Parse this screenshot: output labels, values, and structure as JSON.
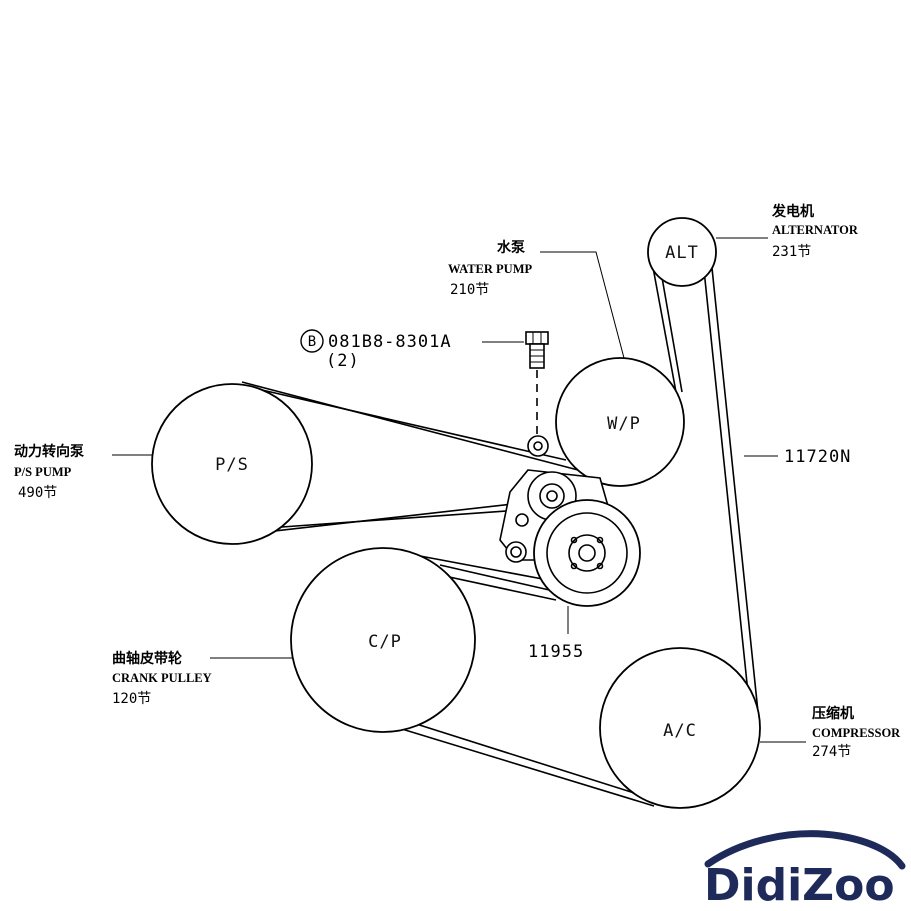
{
  "pulleys": {
    "alt": "ALT",
    "wp": "W/P",
    "ps": "P/S",
    "cp": "C/P",
    "ac": "A/C"
  },
  "callouts": {
    "water_pump": {
      "cn": "水泵",
      "en": "WATER PUMP",
      "qty": "210节"
    },
    "alternator": {
      "cn": "发电机",
      "en": "ALTERNATOR",
      "qty": "231节"
    },
    "ps_pump": {
      "cn": "动力转向泵",
      "en": "P/S PUMP",
      "qty": "490节"
    },
    "crank_pulley": {
      "cn": "曲轴皮带轮",
      "en": "CRANK PULLEY",
      "qty": "120节"
    },
    "compressor": {
      "cn": "压缩机",
      "en": "COMPRESSOR",
      "qty": "274节"
    }
  },
  "part_numbers": {
    "bolt_marker": "B",
    "bolt": "081B8-8301A",
    "bolt_qty": "(2)",
    "main_belt": "11720N",
    "idler_belt": "11955"
  },
  "logo": {
    "text": "DidiZoo",
    "color": "#1e2b5a"
  }
}
